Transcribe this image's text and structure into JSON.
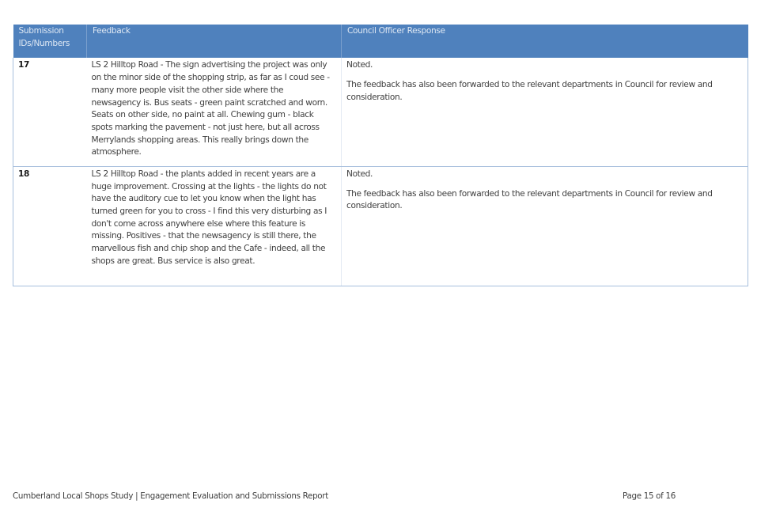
{
  "table": {
    "headers": {
      "id": "Submission IDs/Numbers",
      "feedback": "Feedback",
      "response": "Council Officer Response"
    },
    "rows": [
      {
        "id": "17",
        "feedback": "LS 2 Hilltop Road - The sign advertising the project was only on the minor side of the shopping strip, as far as I coud see - many more people visit the other side where the newsagency is. Bus seats - green paint scratched and worn. Seats on other side, no paint at all. Chewing gum - black spots marking the pavement - not just here, but all across Merrylands shopping areas. This really brings down the atmosphere.",
        "response_line1": "Noted.",
        "response_line2": "The feedback has also been forwarded to the relevant departments in Council for review and consideration."
      },
      {
        "id": "18",
        "feedback": "LS 2 Hilltop Road - the plants added in recent years are a huge improvement. Crossing at the lights - the lights do not have the auditory cue to let you know when the light has turned green for you to cross - I find this very disturbing as I don't come across anywhere else where this feature is missing. Positives - that the newsagency is still there, the marvellous fish and chip shop and the Cafe - indeed, all the shops are great. Bus service is also great.",
        "response_line1": "Noted.",
        "response_line2": "The feedback has also been forwarded to the relevant departments in Council for review and consideration."
      }
    ]
  },
  "footer": {
    "title": "Cumberland Local Shops Study | Engagement Evaluation and Submissions Report",
    "page": "Page 15 of 16"
  },
  "colors": {
    "header_bg": "#4f81bd",
    "header_text": "#dde7f3",
    "border": "#a7bfdd"
  }
}
